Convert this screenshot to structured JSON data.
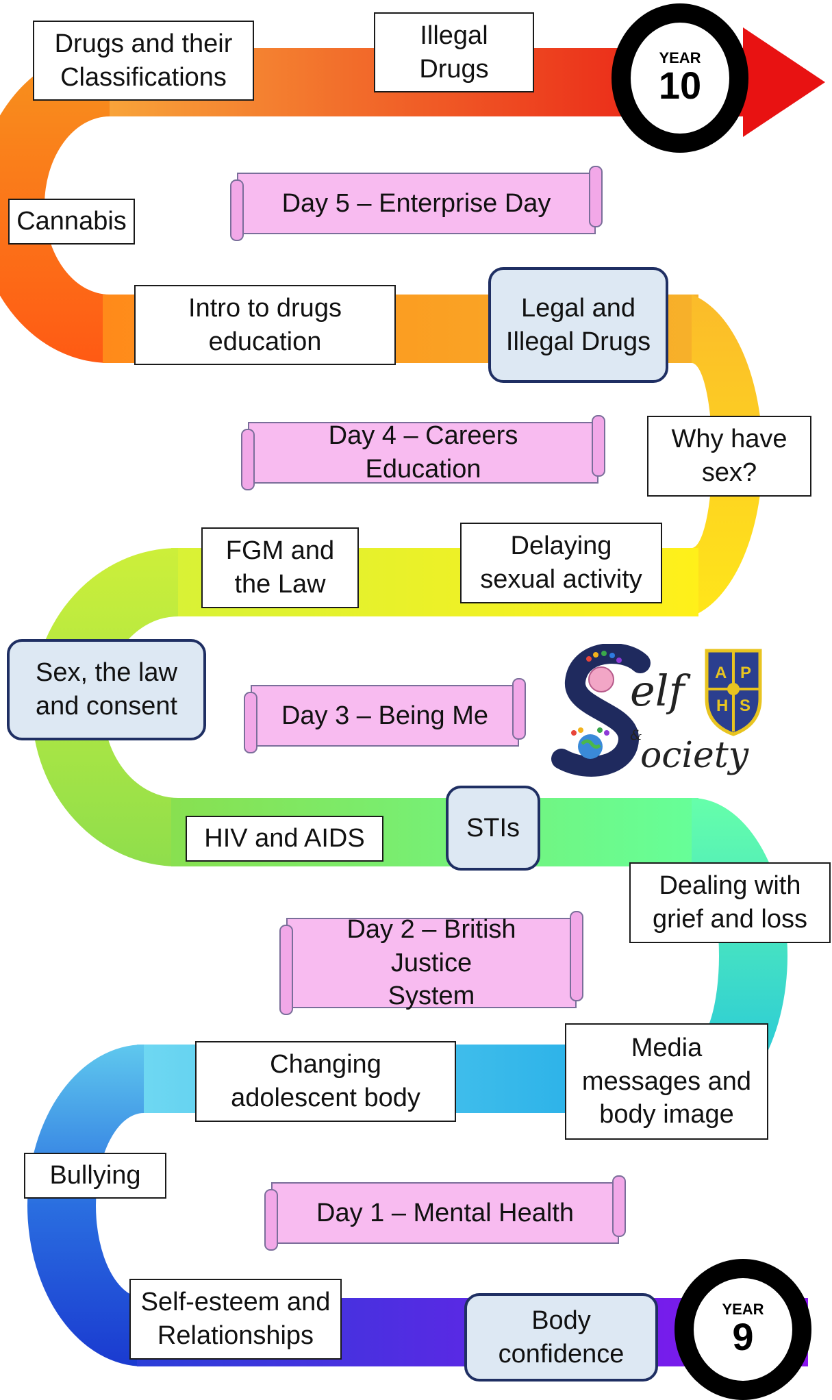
{
  "year_badges": {
    "year10": {
      "label": "YEAR",
      "number": "10"
    },
    "year9": {
      "label": "YEAR",
      "number": "9"
    }
  },
  "topics": {
    "drugs_classifications": "Drugs and their\nClassifications",
    "illegal_drugs": "Illegal\nDrugs",
    "cannabis": "Cannabis",
    "intro_drugs": "Intro to drugs\neducation",
    "legal_illegal_drugs": "Legal and\nIllegal Drugs",
    "why_have_sex": "Why have\nsex?",
    "delaying_sexual_activity": "Delaying\nsexual activity",
    "fgm_law": "FGM and\nthe Law",
    "sex_law_consent": "Sex, the law\nand consent",
    "hiv_aids": "HIV and AIDS",
    "stis": "STIs",
    "grief_loss": "Dealing with\ngrief and loss",
    "changing_body": "Changing\nadolescent body",
    "media_messages": "Media\nmessages and\nbody image",
    "bullying": "Bullying",
    "self_esteem": "Self-esteem and\nRelationships",
    "body_confidence": "Body\nconfidence"
  },
  "days": {
    "day5": "Day 5 – Enterprise Day",
    "day4": "Day 4 – Careers Education",
    "day3": "Day 3 – Being Me",
    "day2": "Day 2 – British Justice\nSystem",
    "day1": "Day 1 – Mental Health"
  },
  "logo": {
    "brand_text_1": "elf",
    "brand_text_2": "ociety",
    "ampersand": "&",
    "shield_letters": [
      "A",
      "P",
      "H",
      "S"
    ]
  },
  "colors": {
    "road_red": "#e81212",
    "road_orange": "#f7941d",
    "road_yellow": "#fbd31a",
    "road_green": "#8fde4c",
    "road_mint": "#66ff99",
    "road_cyan": "#1fc0e8",
    "road_blue": "#1450d0",
    "road_purple": "#7a1ae6",
    "scroll_pink": "#f8bbf0",
    "box_blue": "#dde8f3",
    "box_border": "#1f2f63"
  }
}
